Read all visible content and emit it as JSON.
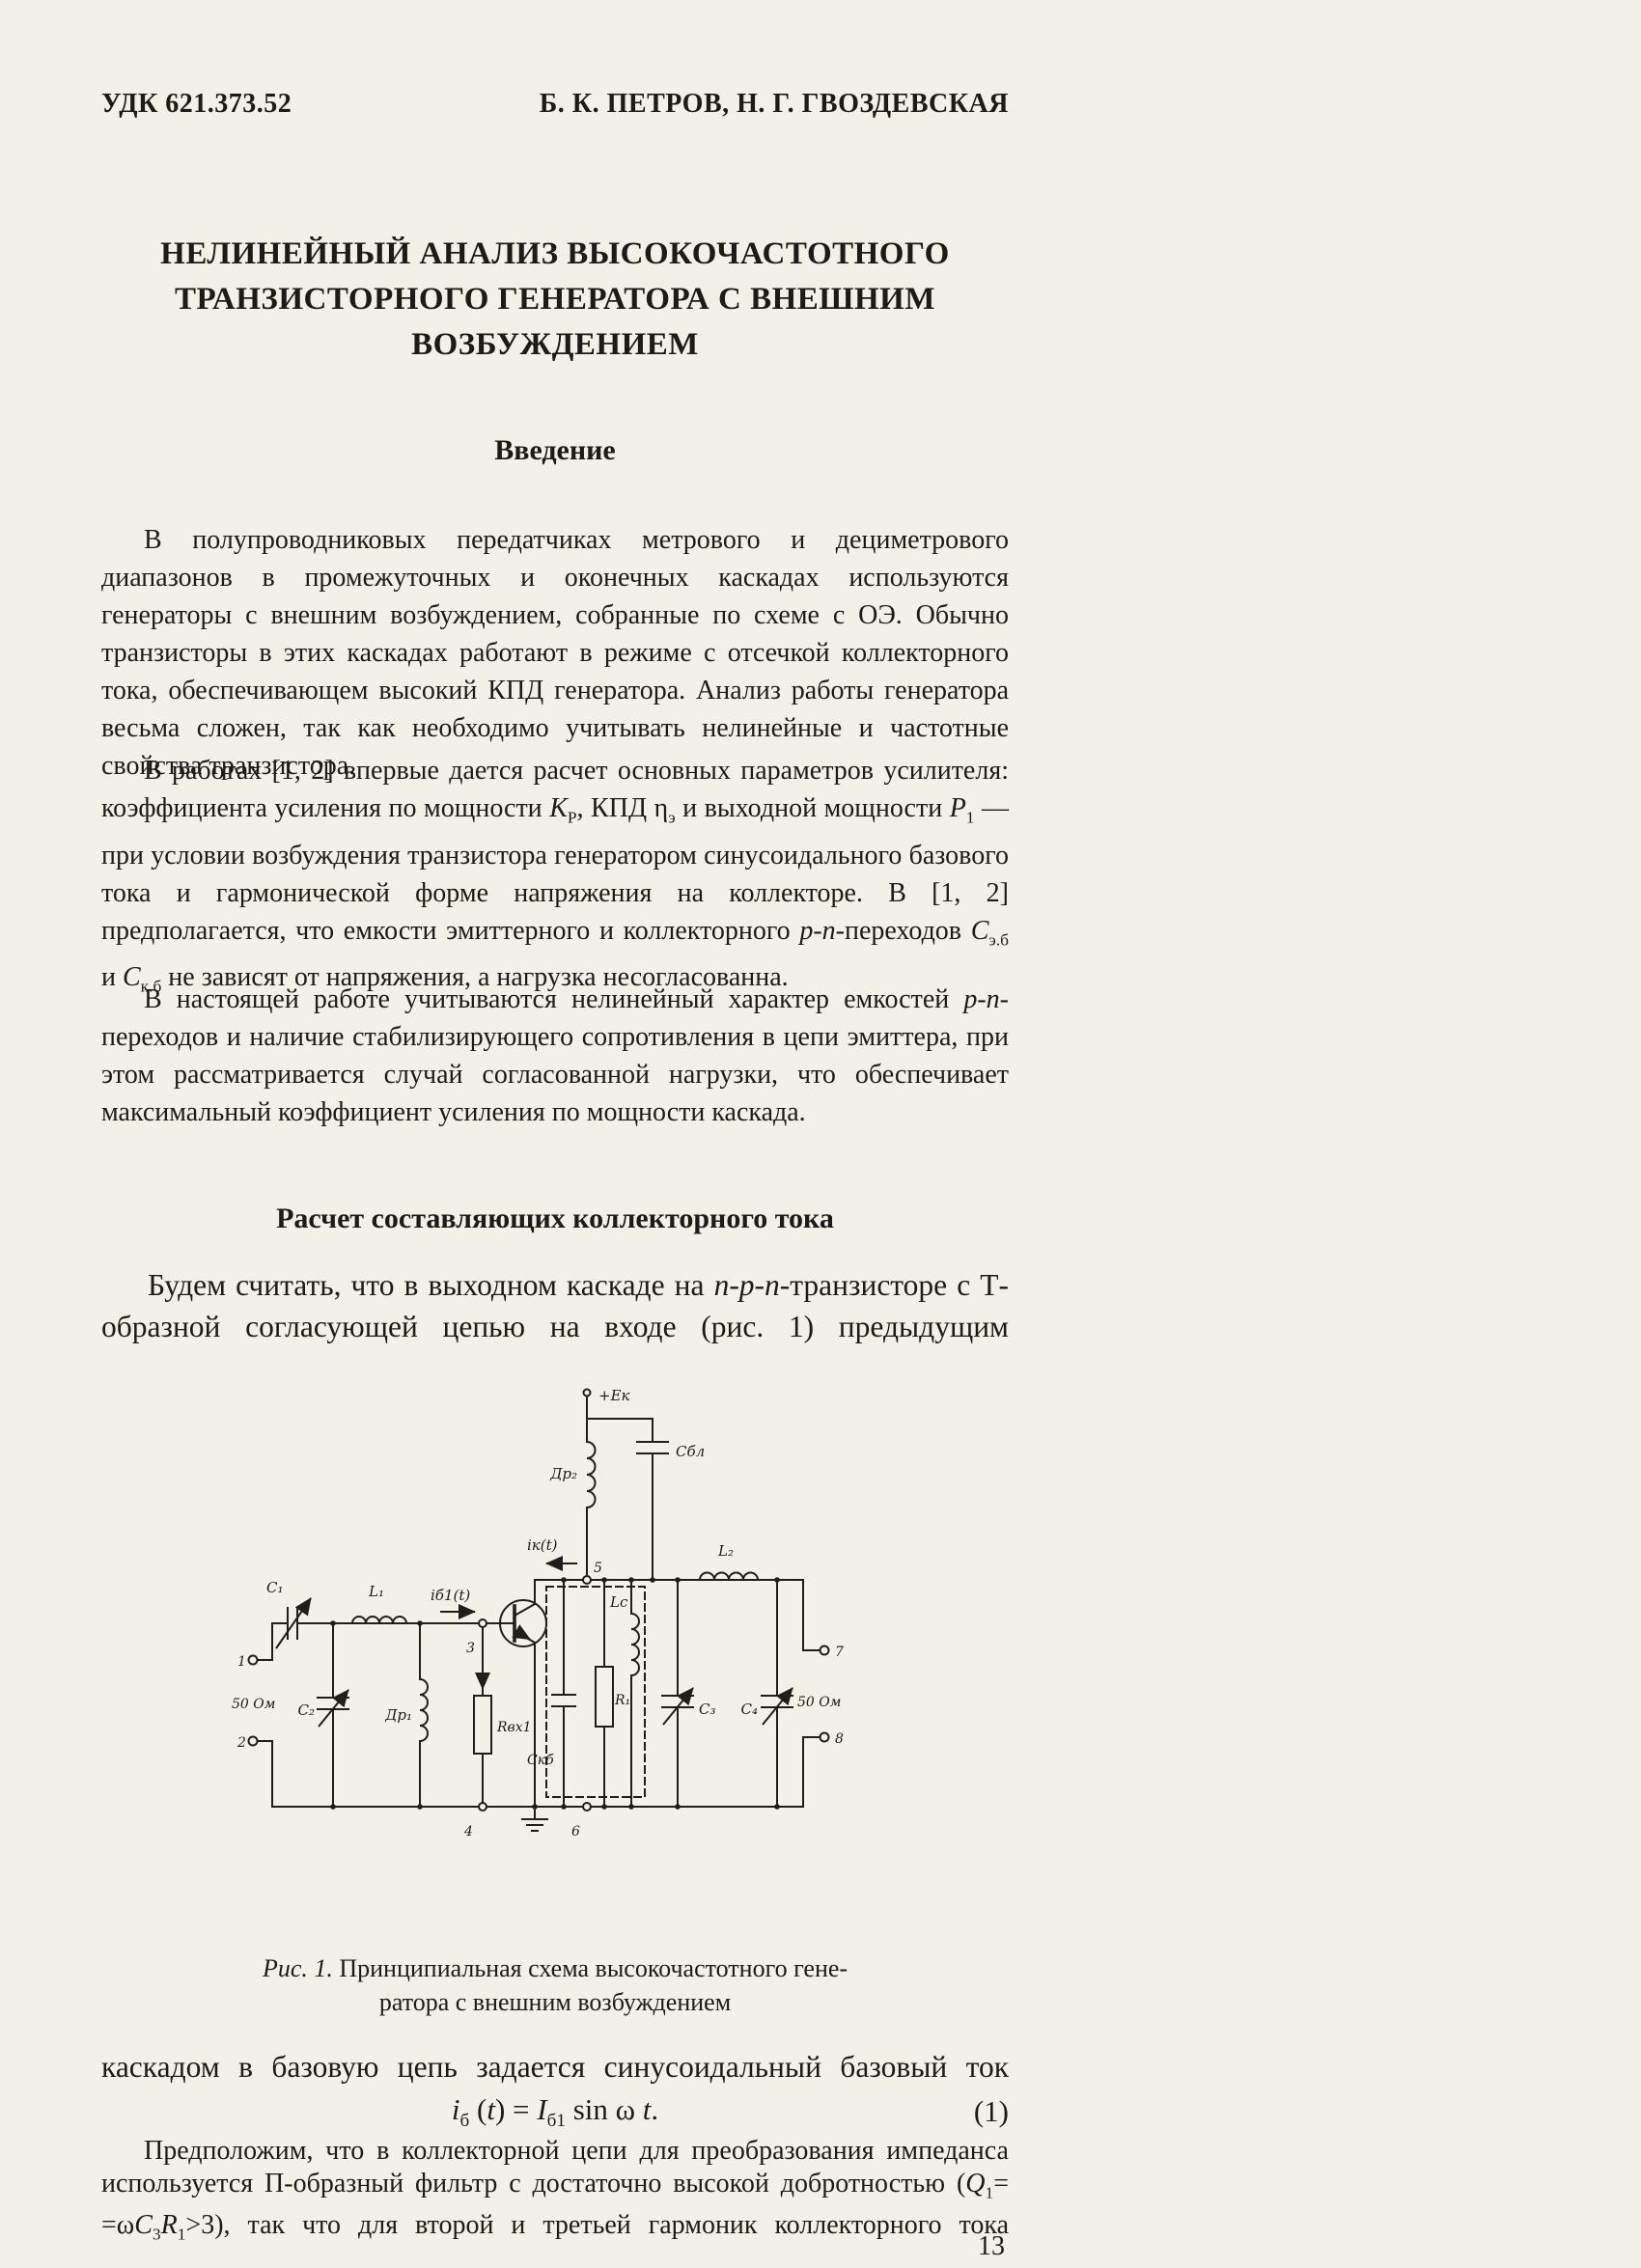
{
  "page": {
    "udc": "УДК 621.373.52",
    "authors": "Б. К. ПЕТРОВ, Н. Г. ГВОЗДЕВСКАЯ",
    "title_lines": [
      "НЕЛИНЕЙНЫЙ АНАЛИЗ ВЫСОКОЧАСТОТНОГО",
      "ТРАНЗИСТОРНОГО ГЕНЕРАТОРА С ВНЕШНИМ",
      "ВОЗБУЖДЕНИЕМ"
    ],
    "page_number": "13"
  },
  "intro": {
    "heading": "Введение",
    "p1": "В полупроводниковых передатчиках метрового и дециметрового диапазонов в промежуточных и оконечных каскадах используются генераторы с внешним возбуждением, собранные по схеме с ОЭ. Обычно транзисторы в этих каскадах работают в режиме с отсечкой коллекторного тока, обеспечивающем высокий КПД генератора. Анализ работы генератора весьма сложен, так как необходимо учитывать нелинейные и частотные свойства транзистора.",
    "p2_html": "В работах [1, 2] впервые дается расчет основных параметров усилителя: коэффициента усиления по мощности <i>K</i><sub>P</sub>, КПД η<sub>э</sub> и выходной мощности <i>P</i><sub>1</sub> — при условии возбуждения транзистора генератором синусоидального базового тока и гармонической форме напряжения на коллекторе. В [1, 2] предполагается, что емкости эмиттерного и коллекторного <i>p-n</i>-переходов <i>C</i><sub>э.б</sub> и <i>C</i><sub>к.б</sub> не зависят от напряжения, а нагрузка несогласованна.",
    "p3_html": "В настоящей работе учитываются нелинейный характер емкостей <i>p-n</i>-переходов и наличие стабилизирующего сопротивления в цепи эмиттера, при этом рассматривается случай согласованной нагрузки, что обеспечивает максимальный коэффициент усиления по мощности каскада."
  },
  "calc": {
    "heading": "Расчет составляющих коллекторного тока",
    "lead_html": "Будем считать, что в выходном каскаде на <i>n-p-n</i>-транзисторе с Т-образной согласующей цепью на входе (рис. 1) предыдущим",
    "after_figure_html": "каскадом в базовую цепь задается синусоидальный базовый ток",
    "equation_html": "<i>i</i><sub>б</sub> (<i>t</i>) = <i>I</i><sub>б1</sub> sin ω <i>t</i>.",
    "equation_number": "(1)",
    "p_last_lines_html": [
      "Предположим, что в коллекторной цепи для преобразования импеданса",
      "используется П-образный фильтр с достаточно высокой добротностью (<i>Q</i><sub>1</sub>=",
      "=ω<i>C</i><sub>3</sub><i>R</i><sub>1</sub>&gt;3), так что для второй и третьей гармоник коллекторного тока"
    ]
  },
  "figure": {
    "caption_line1_html": "<i>Рис. 1.</i> Принципиальная схема высокочастотного гене-",
    "caption_line2": "ратора с внешним возбуждением",
    "labels": {
      "supply": "+Eк",
      "dr2": "Др₂",
      "cbl": "Cбл",
      "ik": "iк(t)",
      "l2": "L₂",
      "c1": "C₁",
      "l1": "L₁",
      "ib1": "iб1(t)",
      "node5": "5",
      "lc": "Lc",
      "r1": "R₁",
      "c3": "C₃",
      "c4": "C₄",
      "t7": "7",
      "t8": "8",
      "impedance_right": "50 Ом",
      "t1": "1",
      "t2": "2",
      "impedance_left": "50 Ом",
      "c2": "C₂",
      "dr1": "Др₁",
      "rin": "Rвх1",
      "ckb": "Cкб",
      "node3": "3",
      "node4": "4",
      "node6": "6"
    }
  }
}
